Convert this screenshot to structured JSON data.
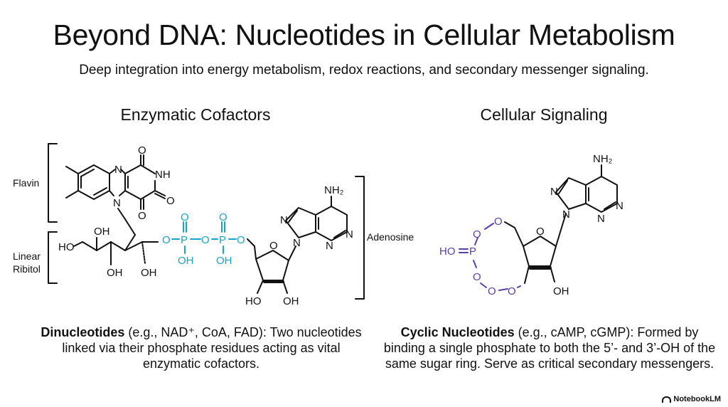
{
  "header": {
    "title": "Beyond DNA: Nucleotides in Cellular Metabolism",
    "subtitle": "Deep integration into energy metabolism, redox reactions, and secondary messenger signaling."
  },
  "left": {
    "heading": "Enzymatic Cofactors",
    "labels": {
      "flavin": "Flavin",
      "linear": "Linear",
      "ribitol": "Ribitol",
      "adenosine": "Adenosine"
    },
    "caption": {
      "bold": "Dinucleotides",
      "rest": " (e.g., NAD⁺, CoA, FAD): Two nucleotides linked via their phosphate residues acting as vital enzymatic cofactors."
    }
  },
  "right": {
    "heading": "Cellular Signaling",
    "caption": {
      "bold": "Cyclic Nucleotides",
      "rest": " (e.g., cAMP, cGMP): Formed by binding a single phosphate to both the 5’- and 3’-OH of the same sugar ring. Serve as critical secondary messengers."
    }
  },
  "atoms": {
    "O": "O",
    "N": "N",
    "NH": "NH",
    "P": "P",
    "OH": "OH",
    "HO": "HO",
    "NH2": "NH₂"
  },
  "colors": {
    "phosphate": "#1aa3c9",
    "cyclic": "#5a3ea6",
    "ink": "#111111"
  },
  "brand": "NotebookLM"
}
